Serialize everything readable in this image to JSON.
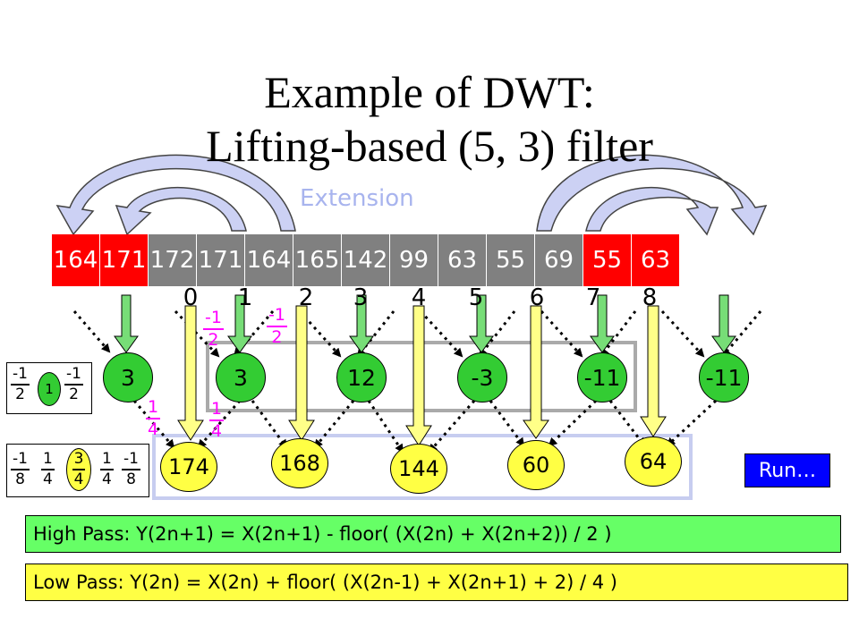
{
  "title": {
    "line1": "Example of DWT:",
    "line2": "Lifting-based (5, 3) filter"
  },
  "extension_label": "Extension",
  "signal": {
    "values": [
      "164",
      "171",
      "172",
      "171",
      "164",
      "165",
      "142",
      "99",
      "63",
      "55",
      "69",
      "55",
      "63"
    ],
    "kinds": [
      "ext",
      "ext",
      "orig",
      "orig",
      "orig",
      "orig",
      "orig",
      "orig",
      "orig",
      "orig",
      "orig",
      "ext",
      "ext"
    ],
    "indices": [
      "0",
      "1",
      "2",
      "3",
      "4",
      "5",
      "6",
      "7",
      "8"
    ]
  },
  "high_outputs": [
    "3",
    "3",
    "12",
    "-3",
    "-11",
    "-11"
  ],
  "low_outputs": [
    "174",
    "168",
    "144",
    "60",
    "64"
  ],
  "weights": {
    "predict": {
      "num": "-1",
      "den": "2"
    },
    "update": {
      "num": "1",
      "den": "4"
    }
  },
  "legend": {
    "high": {
      "left": {
        "num": "-1",
        "den": "2"
      },
      "center": "1",
      "right": {
        "num": "-1",
        "den": "2"
      }
    },
    "low": [
      {
        "num": "-1",
        "den": "8"
      },
      {
        "num": "1",
        "den": "4"
      },
      {
        "num": "3",
        "den": "4"
      },
      {
        "num": "1",
        "den": "4"
      },
      {
        "num": "-1",
        "den": "8"
      }
    ]
  },
  "run_button": "Run…",
  "formulas": {
    "high_pass": "High Pass: Y(2n+1) = X(2n+1) - floor( (X(2n) + X(2n+2)) / 2 )",
    "low_pass": "Low Pass: Y(2n) = X(2n) + floor( (X(2n-1) + X(2n+1) + 2) / 4 )"
  },
  "colors": {
    "extension_cell": "#ff0000",
    "original_cell": "#808080",
    "high_node": "#33cc33",
    "low_node": "#ffff44",
    "weight_text": "#ff00ff",
    "run_button": "#0000ff",
    "extension_arrow": "#c4c9f2"
  }
}
